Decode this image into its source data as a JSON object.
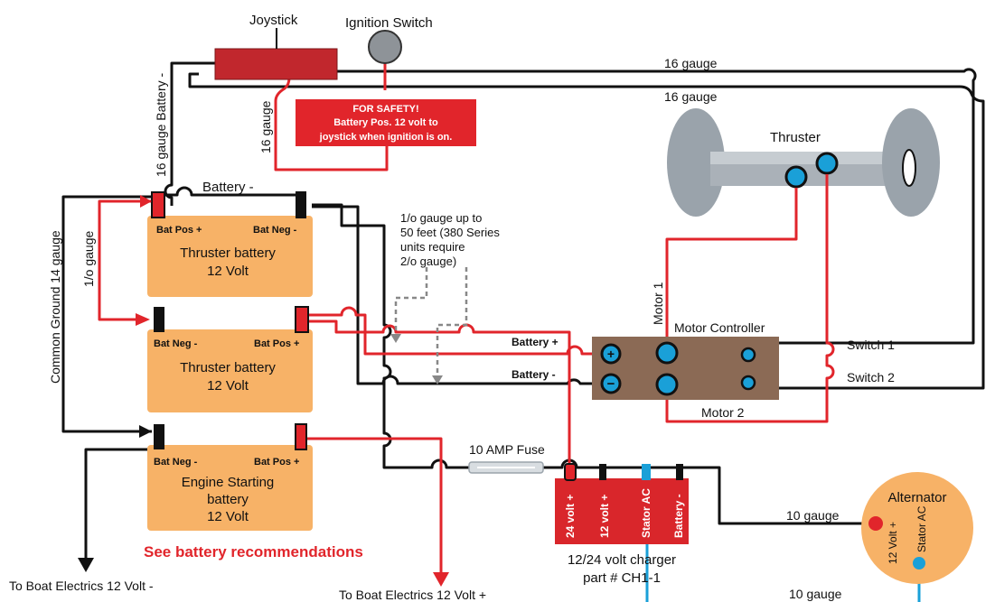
{
  "labels": {
    "joystick": "Joystick",
    "ignition_switch": "Ignition Switch",
    "safety_title": "FOR SAFETY!",
    "safety_line1": "Battery Pos. 12 volt to",
    "safety_line2": "joystick when ignition is on.",
    "gauge16_top": "16 gauge",
    "gauge16_second": "16 gauge",
    "gauge16_vertical": "16 gauge",
    "gauge16_battery_neg": "16 gauge Battery -",
    "thruster": "Thruster",
    "battery_neg_top": "Battery -",
    "gauge_1o": "1/o gauge",
    "common_ground": "Common Ground 14 gauge",
    "note_line1": "1/o gauge up to",
    "note_line2": "50 feet (380 Series",
    "note_line3": "units require",
    "note_line4": "2/o gauge)",
    "battery_pos": "Battery +",
    "battery_neg": "Battery -",
    "motor1": "Motor 1",
    "motor2": "Motor 2",
    "motor_controller": "Motor Controller",
    "switch1": "Switch 1",
    "switch2": "Switch 2",
    "fuse": "10 AMP Fuse",
    "see_battery": "See battery recommendations",
    "to_boat_neg": "To Boat Electrics 12 Volt -",
    "to_boat_pos": "To Boat Electrics 12 Volt +",
    "charger_line1": "12/24 volt charger",
    "charger_line2": "part # CH1-1",
    "gauge10_a": "10 gauge",
    "gauge10_b": "10 gauge",
    "alternator": "Alternator",
    "alt_12v": "12 Volt +",
    "alt_stator": "Stator AC"
  },
  "batteries": [
    {
      "left": "Bat Pos +",
      "right": "Bat Neg -",
      "line1": "Thruster battery",
      "line2": "12 Volt",
      "line3": ""
    },
    {
      "left": "Bat Neg -",
      "right": "Bat Pos +",
      "line1": "Thruster battery",
      "line2": "12 Volt",
      "line3": ""
    },
    {
      "left": "Bat Neg -",
      "right": "Bat Pos +",
      "line1": "Engine Starting",
      "line2": "battery",
      "line3": "12 Volt"
    }
  ],
  "charger_terminals": [
    "24 volt +",
    "12 volt +",
    "Stator AC",
    "Battery -"
  ],
  "colors": {
    "battery": "#f7b267",
    "controller": "#8b6a55",
    "alternator": "#f7b267",
    "charger": "#d9262b",
    "joystick": "#c1272d",
    "safety_box": "#e1252b",
    "wire_red": "#e1252b",
    "wire_black": "#111111",
    "wire_blue": "#1aa0d8",
    "terminal_blue": "#1aa0d8"
  }
}
